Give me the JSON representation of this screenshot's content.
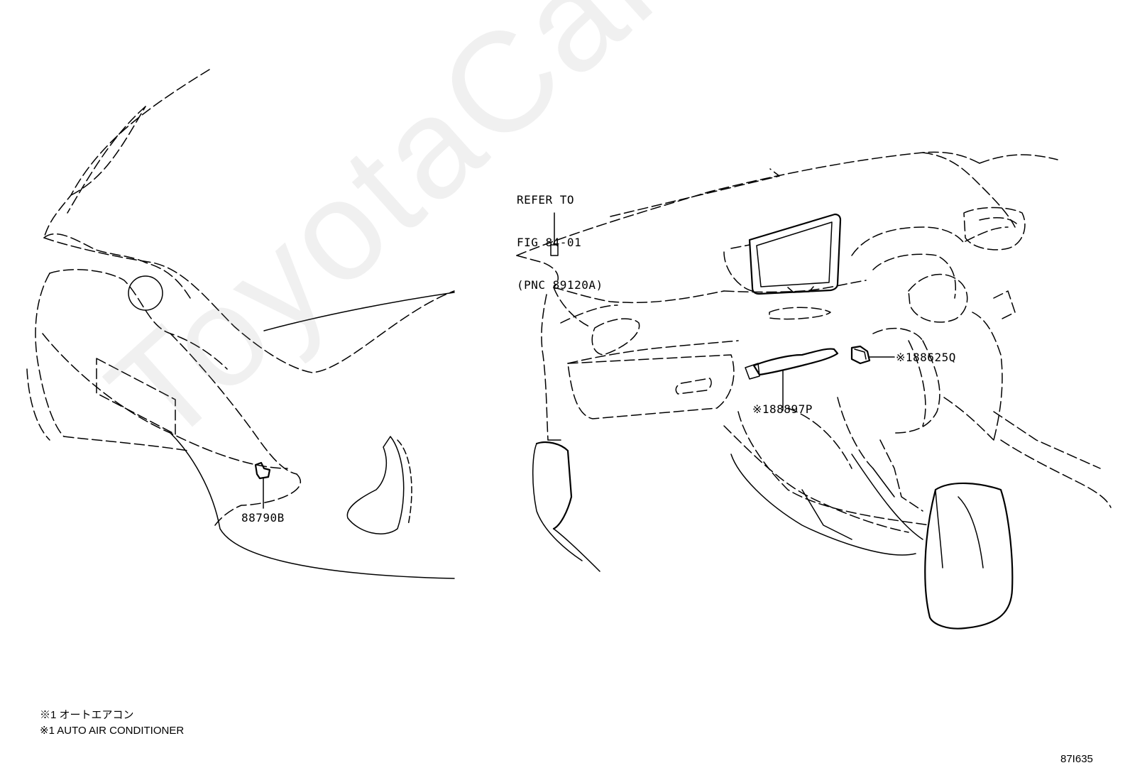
{
  "watermark": "ToyotaCarMe.ru",
  "callouts": {
    "refer_line1": "REFER TO",
    "refer_line2": "FIG 84-01",
    "refer_line3": "(PNC 89120A)",
    "part_88790b": "88790B",
    "part_88625q": "※188625Q",
    "part_88897p": "※188897P"
  },
  "notes": {
    "line1": "※1 オートエアコン",
    "line2": "※1 AUTO AIR CONDITIONER"
  },
  "figure_id": "87I635"
}
